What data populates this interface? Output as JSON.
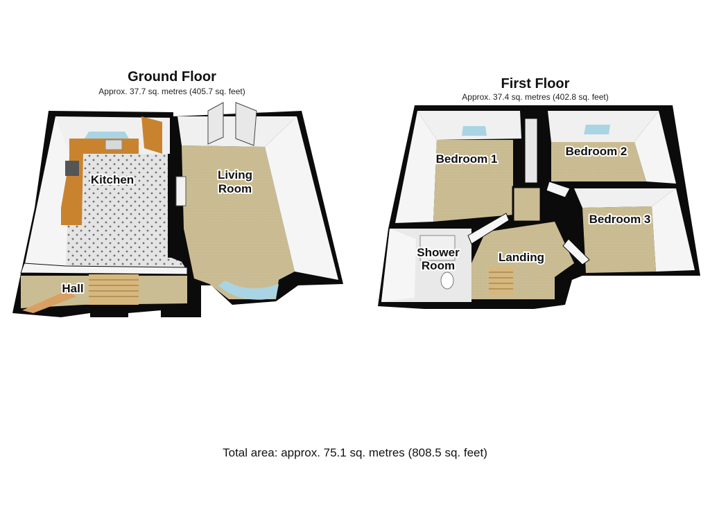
{
  "ground_floor": {
    "title": "Ground Floor",
    "area": "Approx. 37.7 sq. metres (405.7 sq. feet)",
    "rooms": {
      "kitchen": "Kitchen",
      "living_room_line1": "Living",
      "living_room_line2": "Room",
      "hall": "Hall"
    }
  },
  "first_floor": {
    "title": "First Floor",
    "area": "Approx. 37.4 sq. metres (402.8 sq. feet)",
    "rooms": {
      "bedroom1": "Bedroom 1",
      "bedroom2": "Bedroom 2",
      "bedroom3": "Bedroom 3",
      "shower_line1": "Shower",
      "shower_line2": "Room",
      "landing": "Landing"
    }
  },
  "total_area": "Total area: approx. 75.1 sq. metres (808.5 sq. feet)",
  "colors": {
    "wall_top": "#0b0b0b",
    "wall_face": "#f3f3f3",
    "carpet": "#cbbd93",
    "tile": "#e6e6e6",
    "worktop": "#c9832f",
    "stairs": "#d8b77d",
    "window": "#a9d4e4"
  }
}
